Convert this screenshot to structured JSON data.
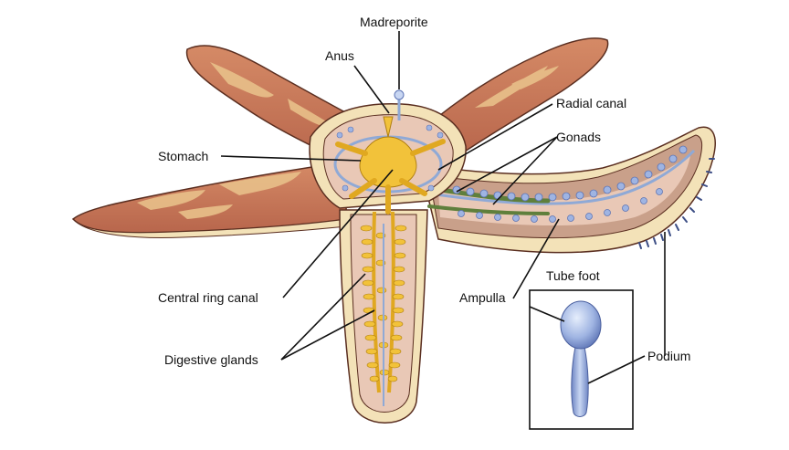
{
  "diagram": {
    "labels": {
      "madreporite": "Madreporite",
      "anus": "Anus",
      "radial_canal": "Radial canal",
      "gonads": "Gonads",
      "stomach": "Stomach",
      "central_ring_canal": "Central ring canal",
      "digestive_glands": "Digestive glands",
      "ampulla": "Ampulla",
      "podium": "Podium"
    },
    "inset": {
      "title": "Tube foot"
    }
  },
  "colors": {
    "skin": "#c9775a",
    "skin_light": "#e8c08a",
    "rim": "#f3e2b8",
    "stomach": "#f2c23a",
    "canal": "#8fa9d6",
    "gonad": "#5f7f3c",
    "interior": "#e9c8b6"
  }
}
